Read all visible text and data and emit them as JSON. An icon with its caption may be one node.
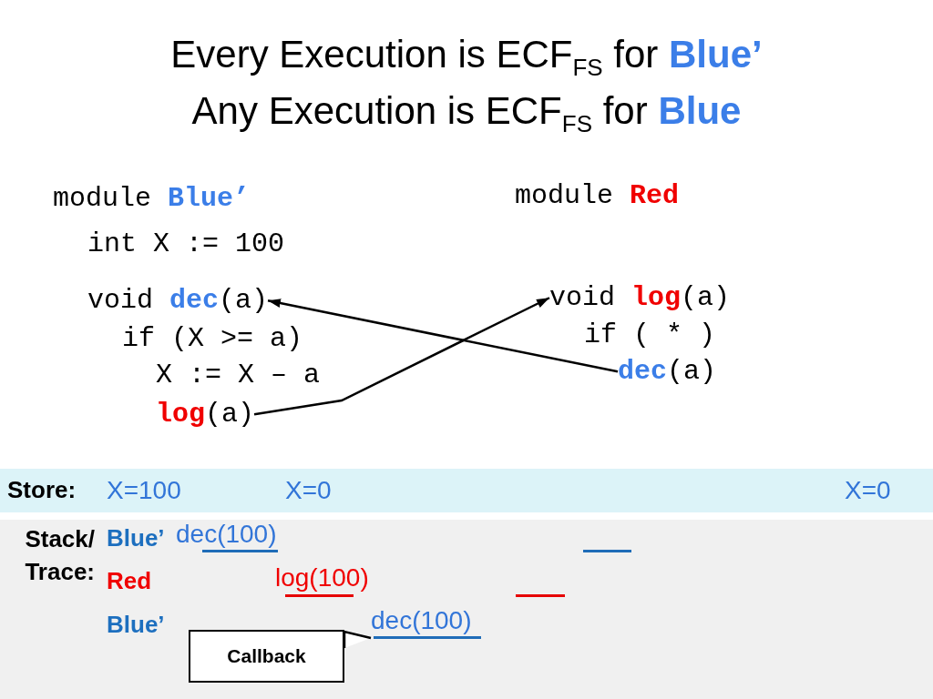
{
  "diagram": {
    "title": "Every Execution is ECF$_{FS}$ for **Blue’**",
    "nodes": [
      {
        "text": [
          "void **dec**(a)"
        ]
      },
      {
        "text": [
          "**log**(a)"
        ]
      },
      {
        "text": [
          "void **log**(a)"
        ]
      },
      {
        "text": [
          "**dec**(a)"
        ]
      },
      {
        "text": [
          "Store:",
          "X=100",
          "X=0",
          "X=0"
        ]
      },
      {
        "text": [
          "Stack/ Trace:",
          "Blue’",
          "Red",
          "Blue’"
        ]
      },
      {
        "text": [
          "dec(100)"
        ],
        "in": 5
      },
      {
        "text": [],
        "shape": "bar",
        "in": 5
      },
      {
        "text": [
          "log(100)"
        ],
        "in": 5
      },
      {
        "text": [],
        "shape": "bar",
        "in": 5
      },
      {
        "text": [
          "dec(100)"
        ],
        "in": 5
      },
      {
        "text": [
          "Callback"
        ],
        "in": 5
      }
    ],
    "edges": [
      {
        "from": 1,
        "to": 2,
        "arrow": "to"
      },
      {
        "from": 3,
        "to": 0,
        "arrow": "to"
      },
      {
        "from": 11,
        "to": 10,
        "arrow": "to"
      }
    ],
    "labels": [
      "Any Execution is ECF$_{FS}$ for **Blue**",
      "module **Blue’**",
      "int X := 100",
      "if (X >= a)",
      "X := X – a",
      "module **Red**",
      "if ( * )"
    ]
  }
}
